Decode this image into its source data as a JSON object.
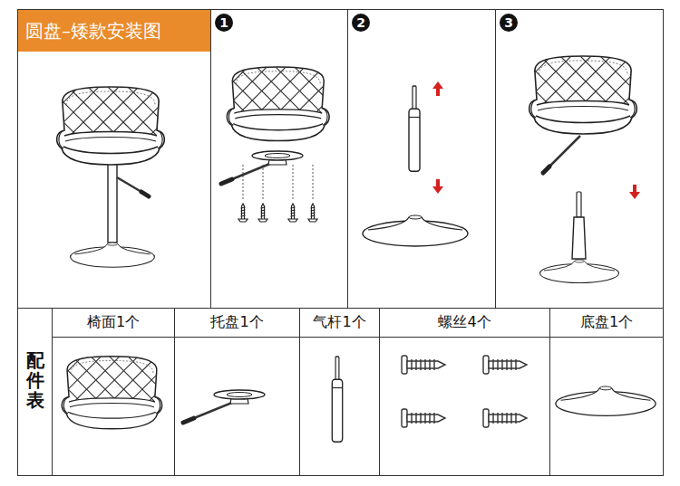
{
  "diagram": {
    "title": "圆盘–矮款安装图",
    "nodes": [
      {
        "text": [
          "1"
        ]
      },
      {
        "text": [
          "2"
        ]
      },
      {
        "text": [
          "3"
        ]
      }
    ],
    "labels": [
      "配件表",
      "椅面1个",
      "托盘1个",
      "气杆1个",
      "螺丝4个",
      "底盘1个"
    ]
  }
}
